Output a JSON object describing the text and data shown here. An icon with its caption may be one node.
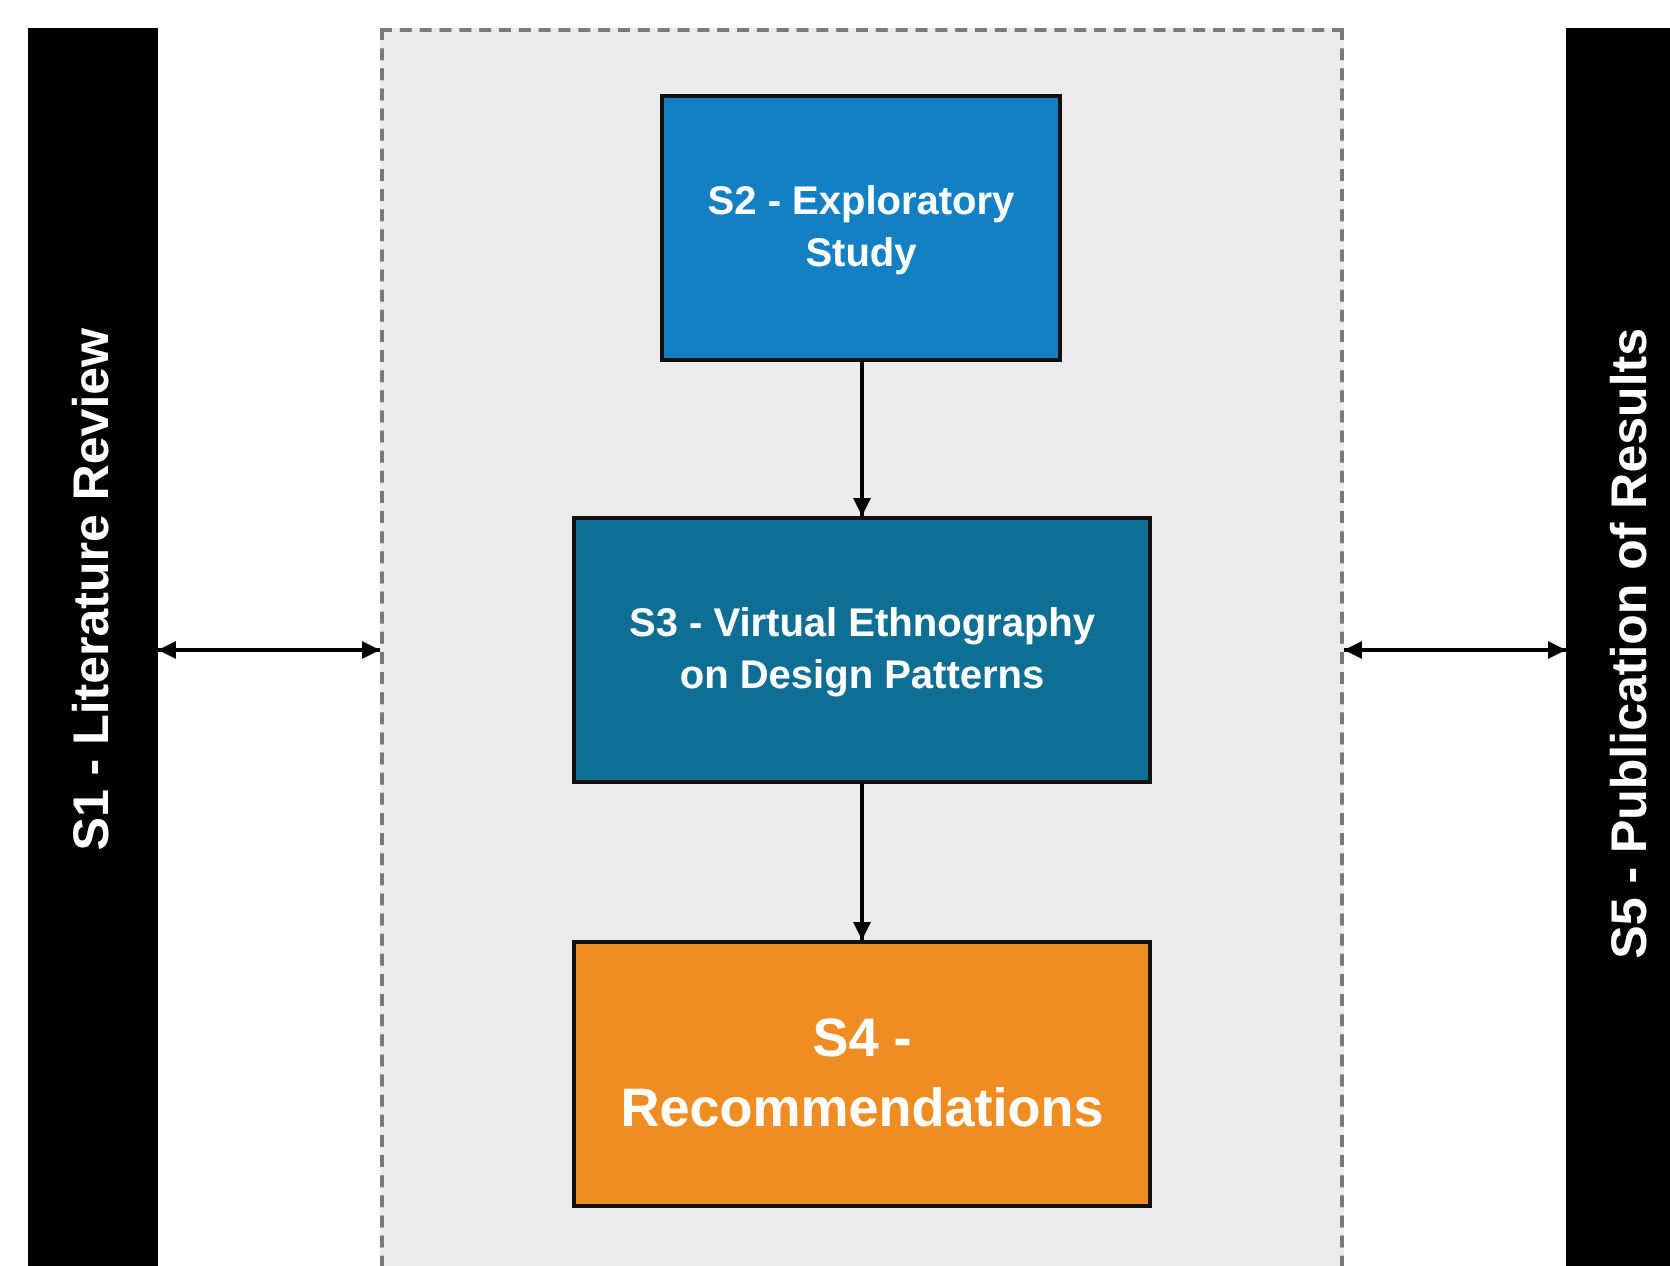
{
  "diagram": {
    "nodes": [
      {
        "text": [
          "S1 - Literature Review"
        ]
      },
      {
        "text": [],
        "shape": "box"
      },
      {
        "text": [
          "S2 - Exploratory Study"
        ],
        "in": 1
      },
      {
        "text": [
          "S3 - Virtual Ethnography on Design Patterns"
        ],
        "in": 1
      },
      {
        "text": [
          "S4 - Recommendations"
        ],
        "in": 1
      },
      {
        "text": [
          "S5 - Publication of Results"
        ]
      }
    ],
    "edges": [
      {
        "from": 0,
        "to": 1,
        "arrow": "both"
      },
      {
        "from": 1,
        "to": 5,
        "arrow": "both"
      },
      {
        "from": 2,
        "to": 3,
        "arrow": "to"
      },
      {
        "from": 3,
        "to": 4,
        "arrow": "to"
      }
    ]
  }
}
